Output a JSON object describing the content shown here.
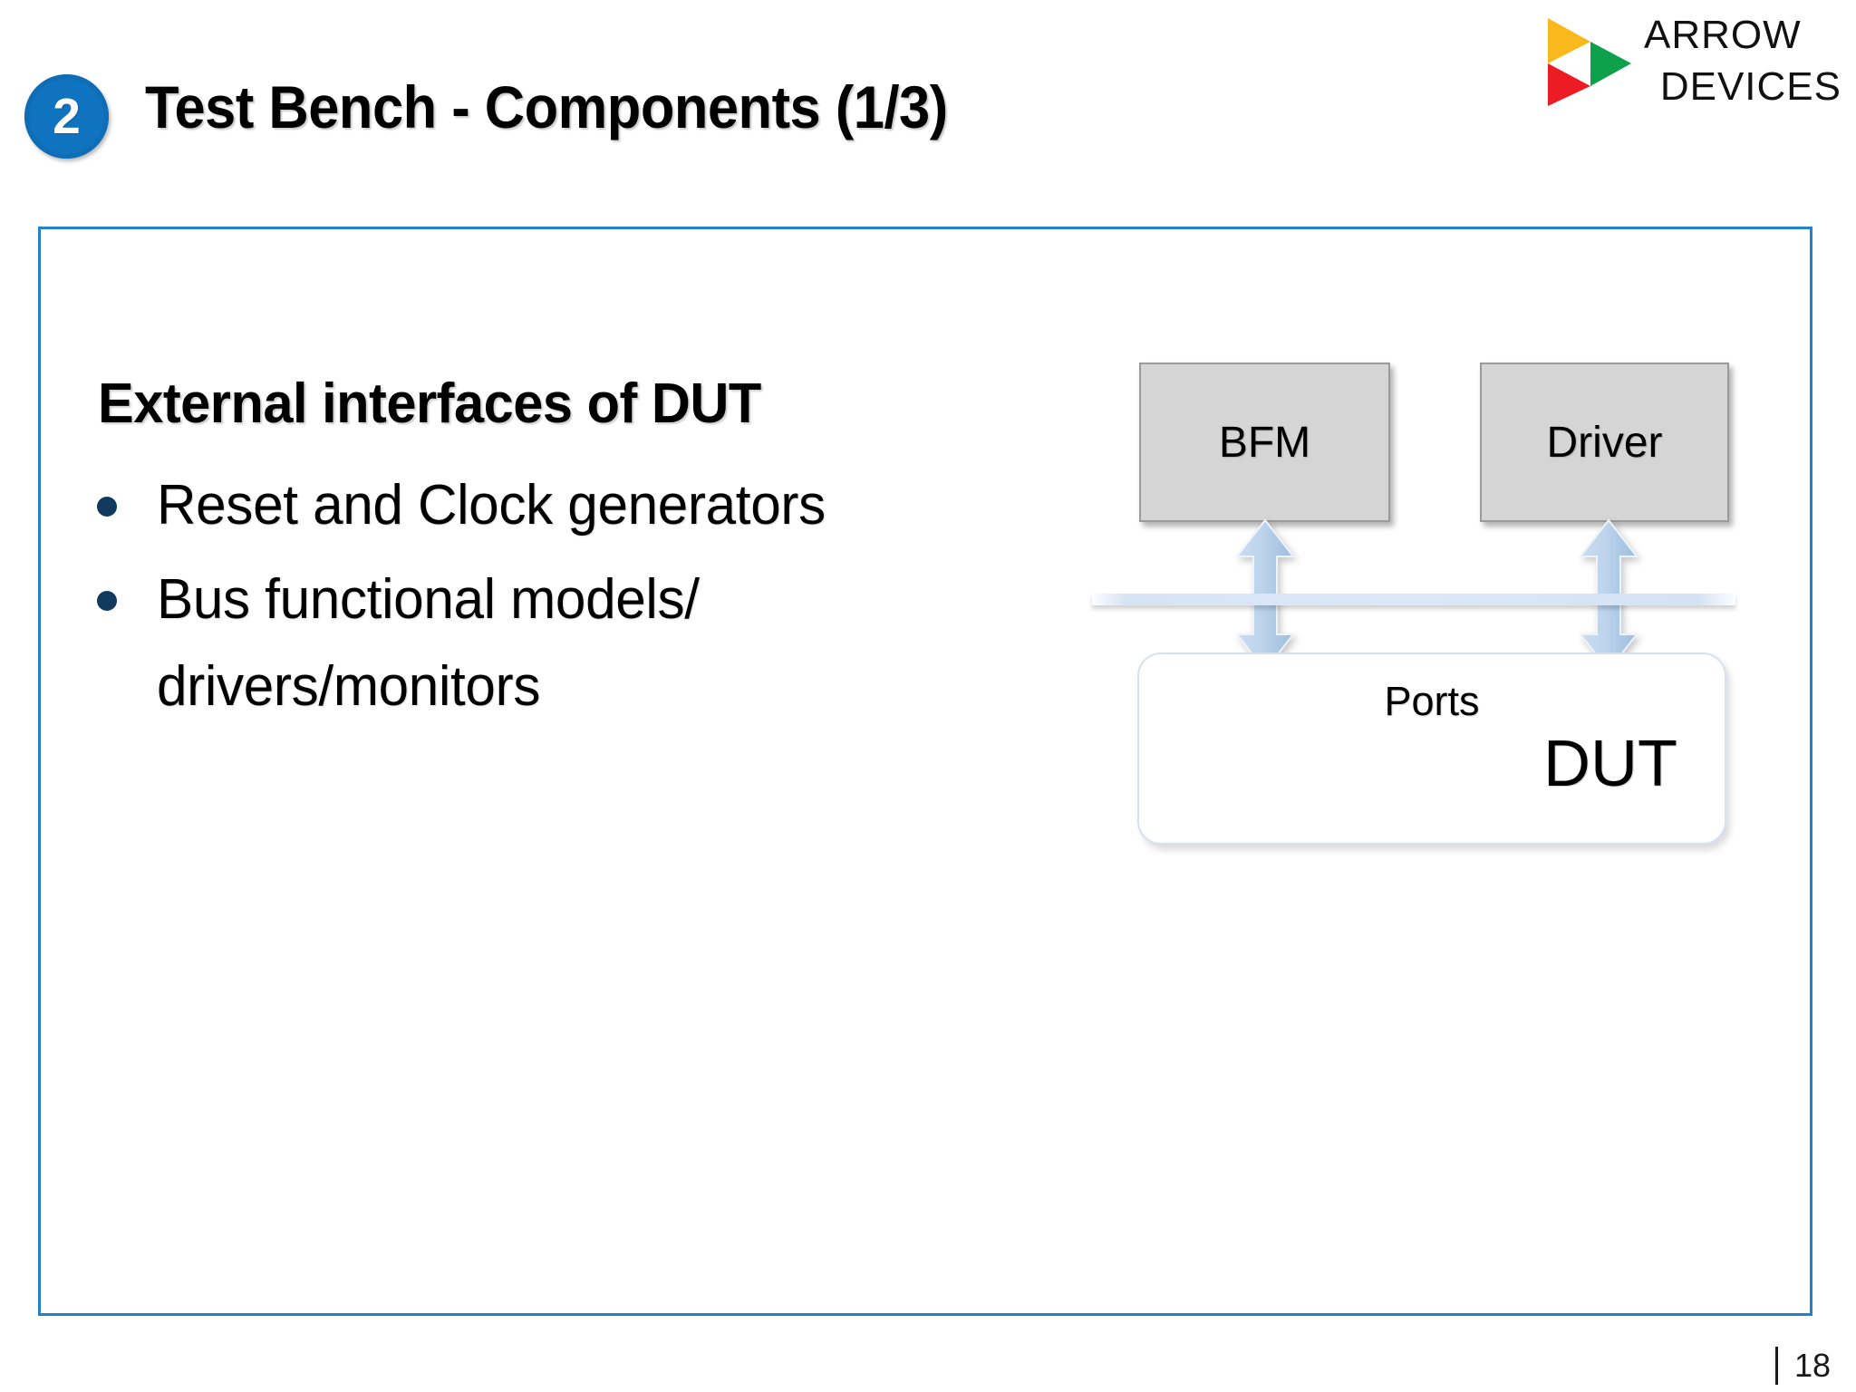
{
  "header": {
    "badge_number": "2",
    "title": "Test Bench - Components (1/3)"
  },
  "logo": {
    "line1": "ARROW",
    "line2": "DEVICES",
    "mark_colors": {
      "top": "#F9B81B",
      "right": "#0CA14A",
      "bottom": "#ED1C24",
      "center": "#FFFFFF"
    }
  },
  "content": {
    "heading": "External interfaces of DUT",
    "bullets": [
      "Reset and Clock generators",
      "Bus functional models/ drivers/monitors"
    ]
  },
  "diagram": {
    "box_bfm": "BFM",
    "box_driver": "Driver",
    "dut_ports_label": "Ports",
    "dut_label": "DUT",
    "box_fill": "#D5D5D5",
    "box_border": "#9A9A9A",
    "arrow_color": "#A9C6E4",
    "bus_color": "#DCE8F8",
    "dut_border": "#D2E2F2"
  },
  "footer": {
    "page_number": "18"
  },
  "theme": {
    "frame_border": "#2580CC",
    "badge_fill": "#1073C0",
    "bullet_dot": "#123A5E"
  }
}
